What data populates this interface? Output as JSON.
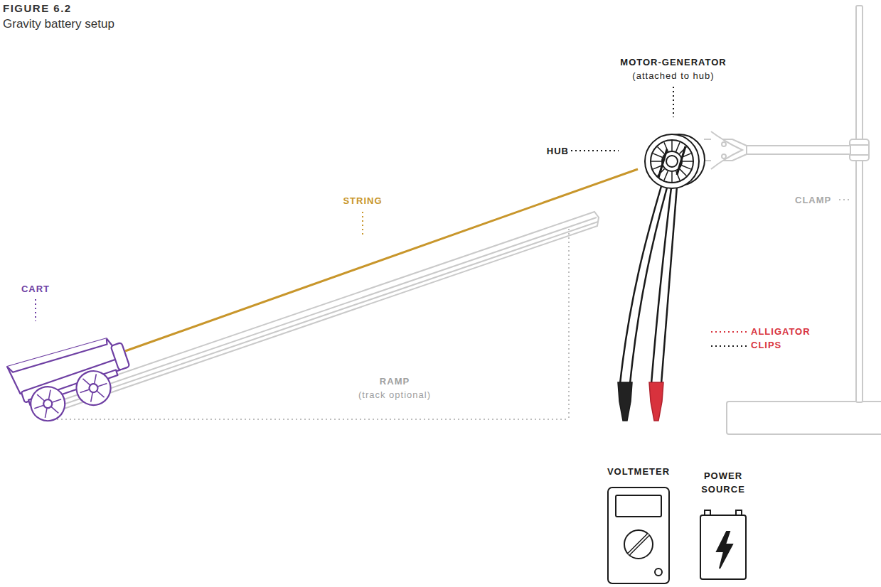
{
  "diagram": {
    "title": "FIGURE 6.2",
    "caption": "Gravity battery setup",
    "labels": [
      "MOTOR-GENERATOR",
      "(attached to hub)",
      "HUB",
      "STRING",
      "CLAMP",
      "CART",
      "RAMP",
      "(track optional)",
      "ALLIGATOR CLIPS",
      "VOLTMETER",
      "POWER SOURCE"
    ]
  }
}
